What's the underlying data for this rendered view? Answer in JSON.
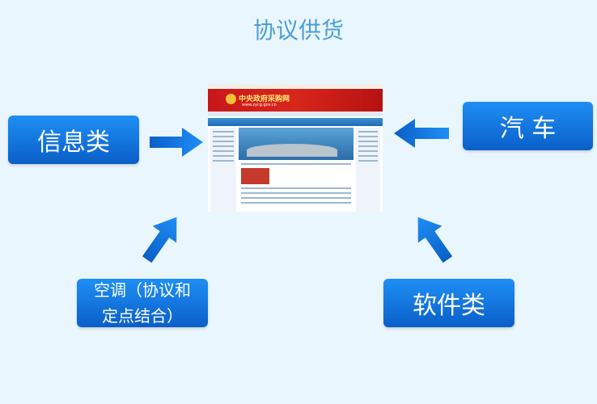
{
  "title": "协议供货",
  "boxes": {
    "info": "信息类",
    "car": "汽 车",
    "ac": "空调（协议和定点结合）",
    "software": "软件类"
  },
  "screenshot": {
    "site_name": "中央政府采购网",
    "site_url": "www.zycg.gov.cn"
  },
  "colors": {
    "box": "#0a6fe0",
    "title": "#4a9fd8",
    "background": "#eaf6fd"
  }
}
